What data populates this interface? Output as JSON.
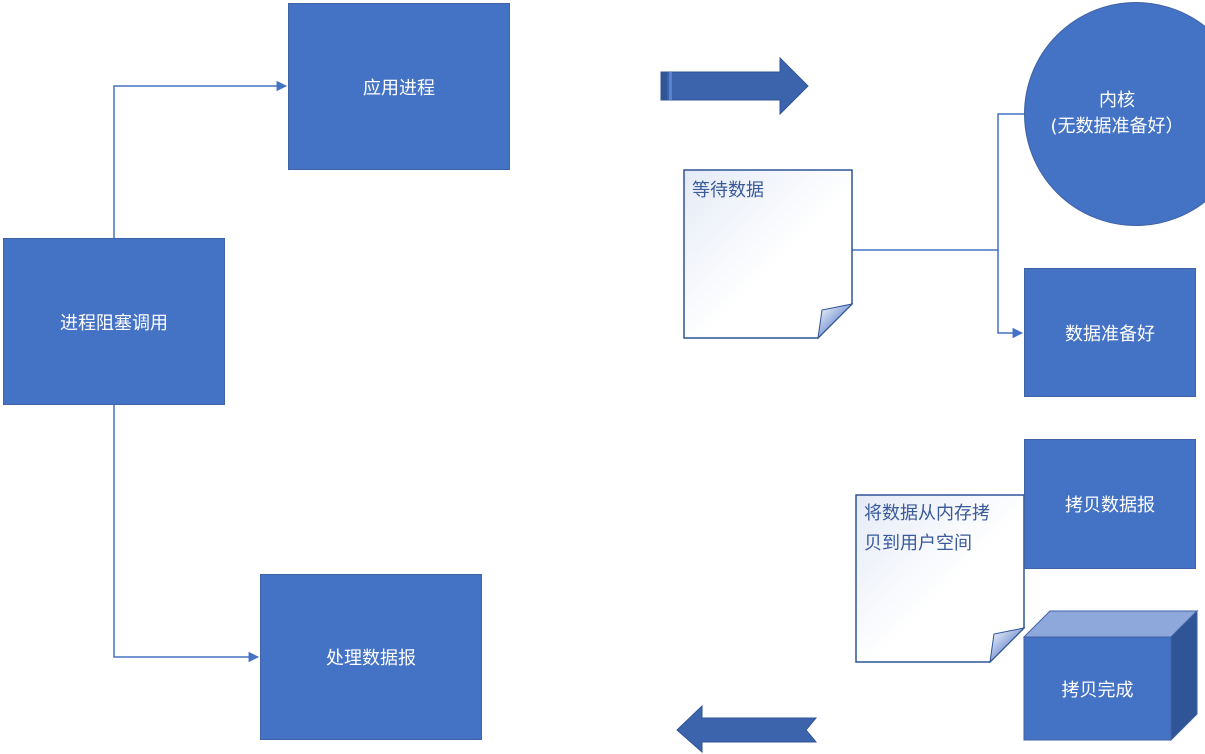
{
  "nodes": {
    "app_process": "应用进程",
    "blocking_call": "进程阻塞调用",
    "process_datagram": "处理数据报",
    "kernel_title": "内核",
    "kernel_status": "(无数据准备好）",
    "data_ready": "数据准备好",
    "copy_datagram": "拷贝数据报",
    "copy_done": "拷贝完成"
  },
  "notes": {
    "waiting_data": "等待数据",
    "copy_line1": "将数据从内存拷",
    "copy_line2": "贝到用户空间"
  },
  "colors": {
    "box_fill": "#4472c4",
    "line": "#4472c4",
    "arrow_fill": "#3b64ad"
  }
}
